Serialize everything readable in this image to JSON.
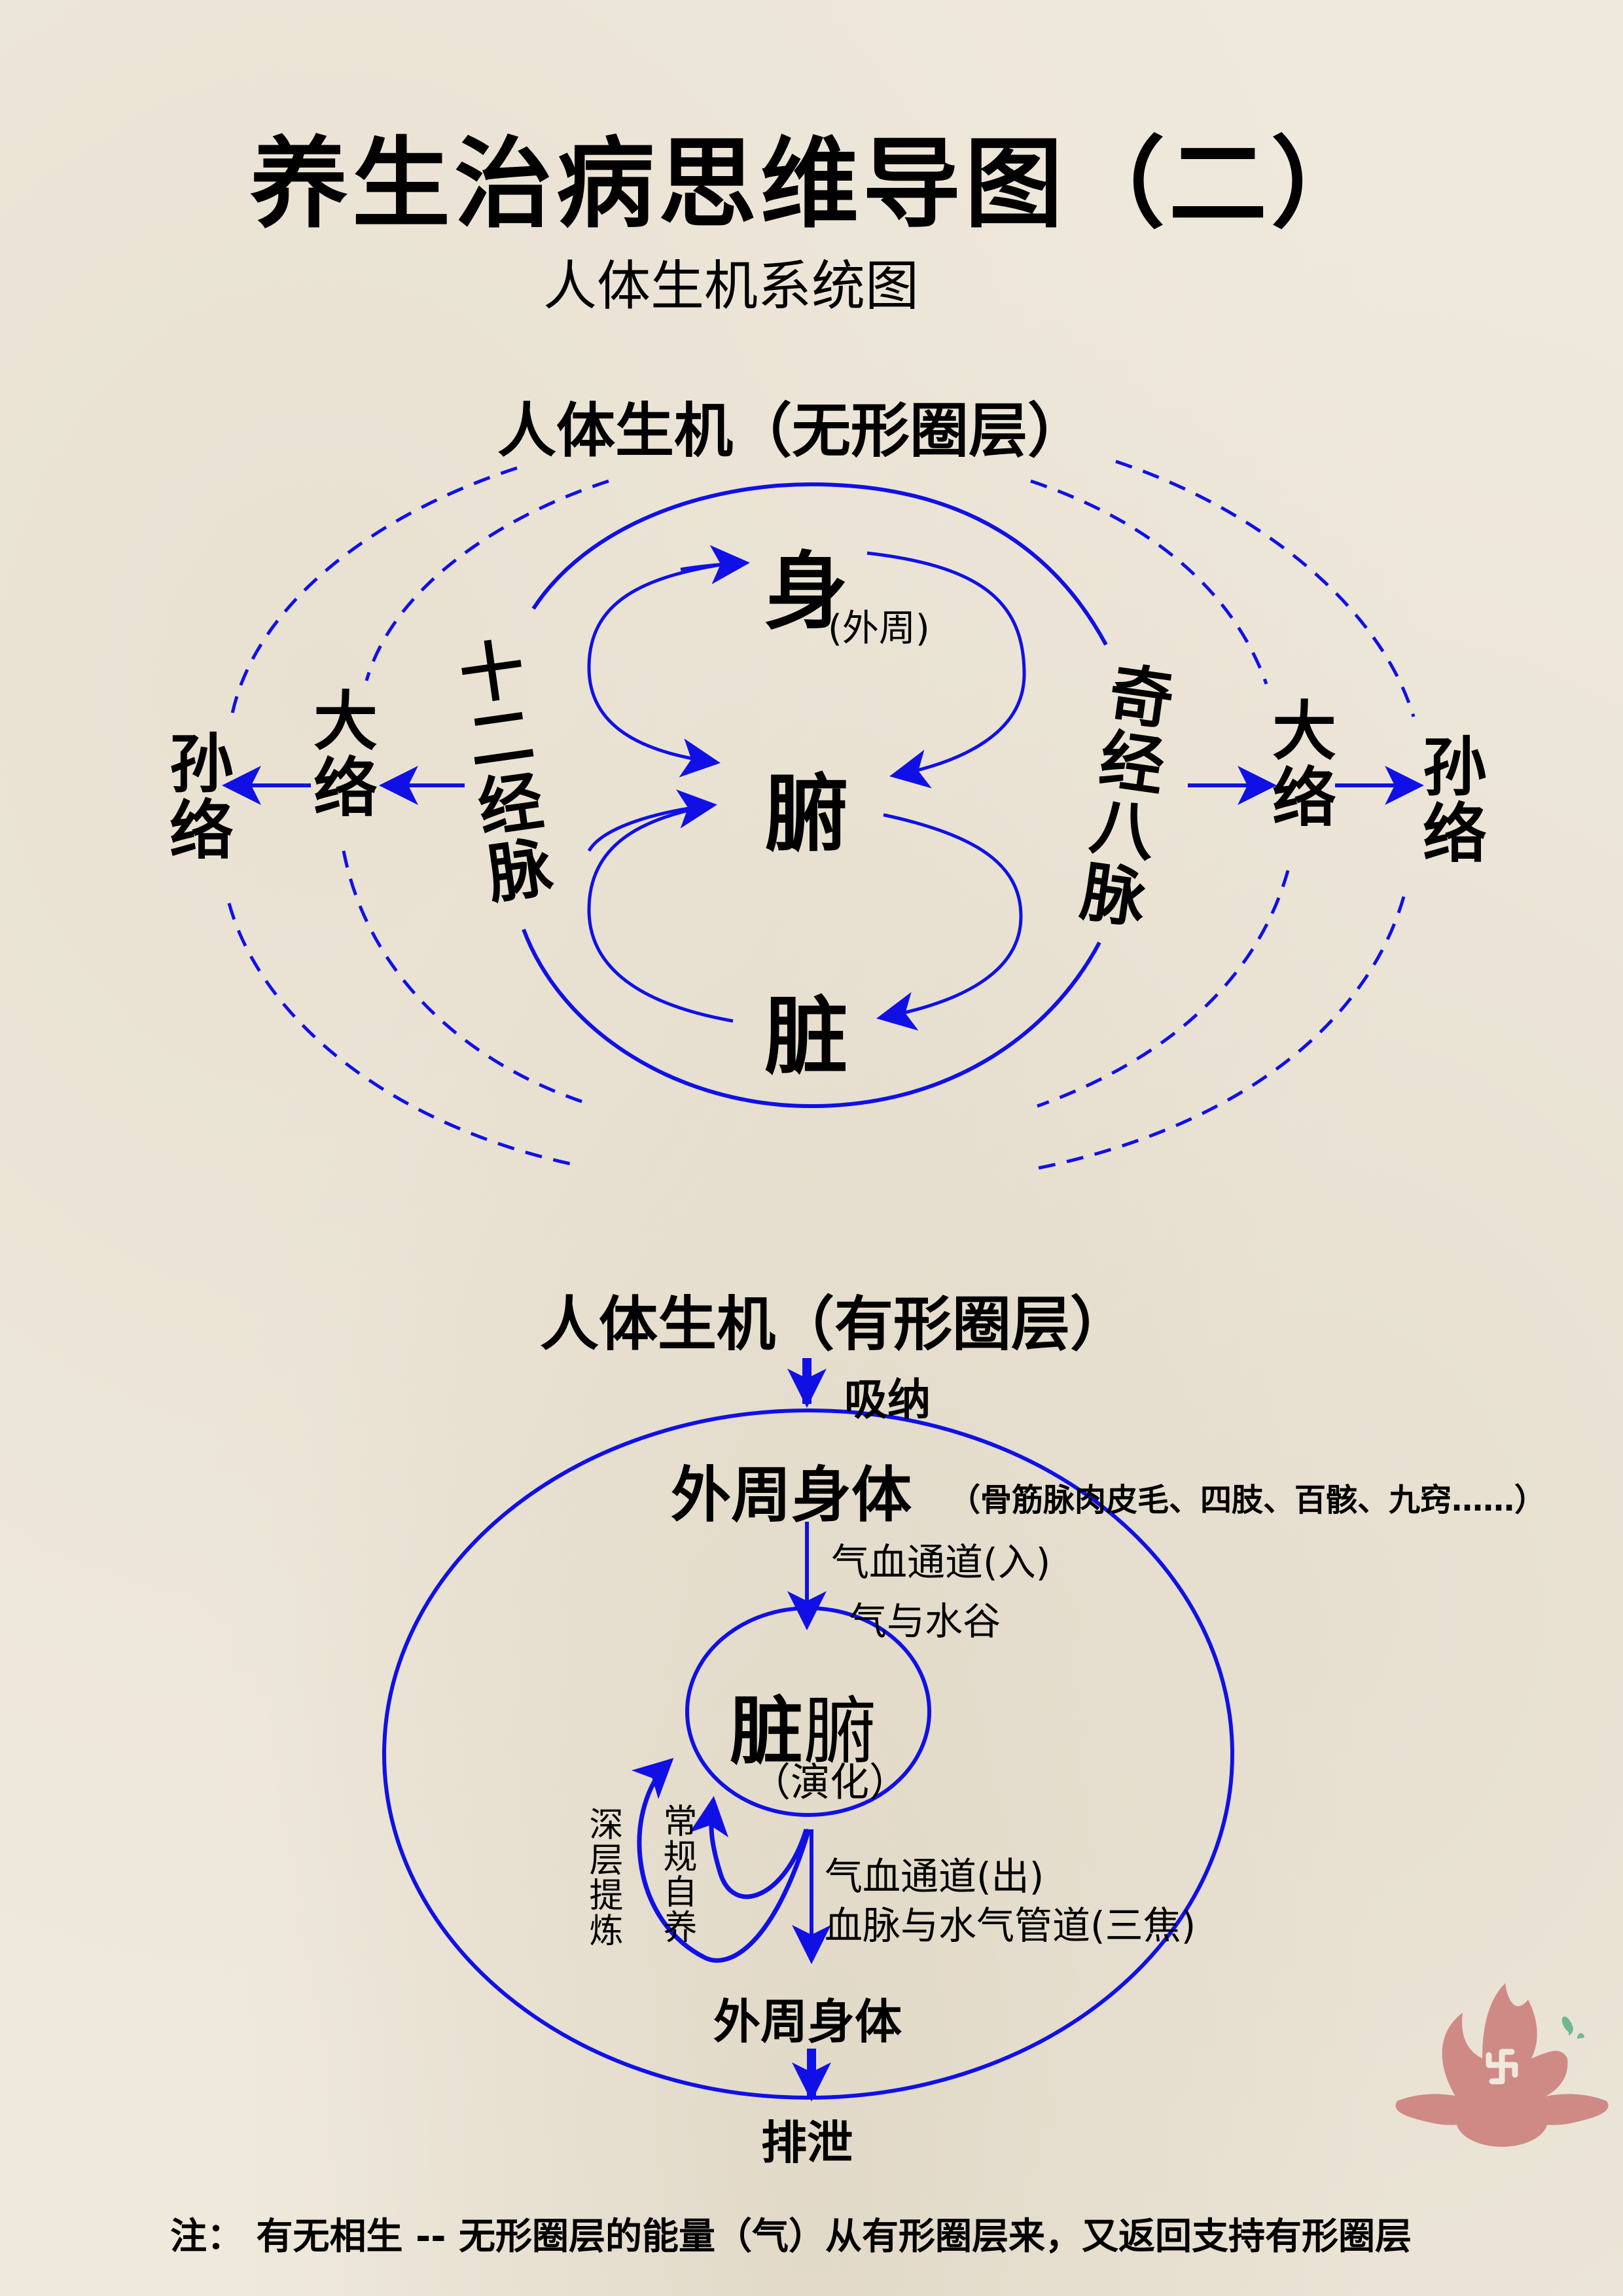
{
  "header": {
    "title": "养生治病思维导图（二）",
    "subtitle": "人体生机系统图"
  },
  "upper": {
    "title": "人体生机（无形圈层）",
    "core": {
      "shen": "身",
      "shen_note": "(外周)",
      "fu": "腑",
      "zang": "脏"
    },
    "left": {
      "meridian": "十二经脉",
      "da_luo": "大络",
      "sun_luo": "孙络"
    },
    "right": {
      "meridian": "奇经八脉",
      "da_luo": "大络",
      "sun_luo": "孙络"
    }
  },
  "lower": {
    "title": "人体生机（有形圈层）",
    "intake_label": "吸纳",
    "outer_body": "外周身体",
    "outer_body_detail": "（骨筋脉肉皮毛、四肢、百骸、九窍……）",
    "channel_in": "气血通道(入)",
    "channel_in_content": "气与水谷",
    "organs_bold": "脏",
    "organs_regular": "腑",
    "organs_note": "（演化）",
    "deep_refine": "深层提炼",
    "routine_nourish": "常规自养",
    "channel_out": "气血通道(出)",
    "channel_out_content": "血脉与水气管道(三焦)",
    "outer_body_bottom": "外周身体",
    "excrete_label": "排泄"
  },
  "footnote": "注：  有无相生 -- 无形圈层的能量（气）从有形圈层来，又返回支持有形圈层",
  "colors": {
    "line": "#1010e6",
    "text": "#000000",
    "background": "#efe9dc",
    "lotus": "#cf8a86",
    "lotus_leaf": "#6db890"
  },
  "icons": {
    "logo": "lotus-logo-icon"
  }
}
